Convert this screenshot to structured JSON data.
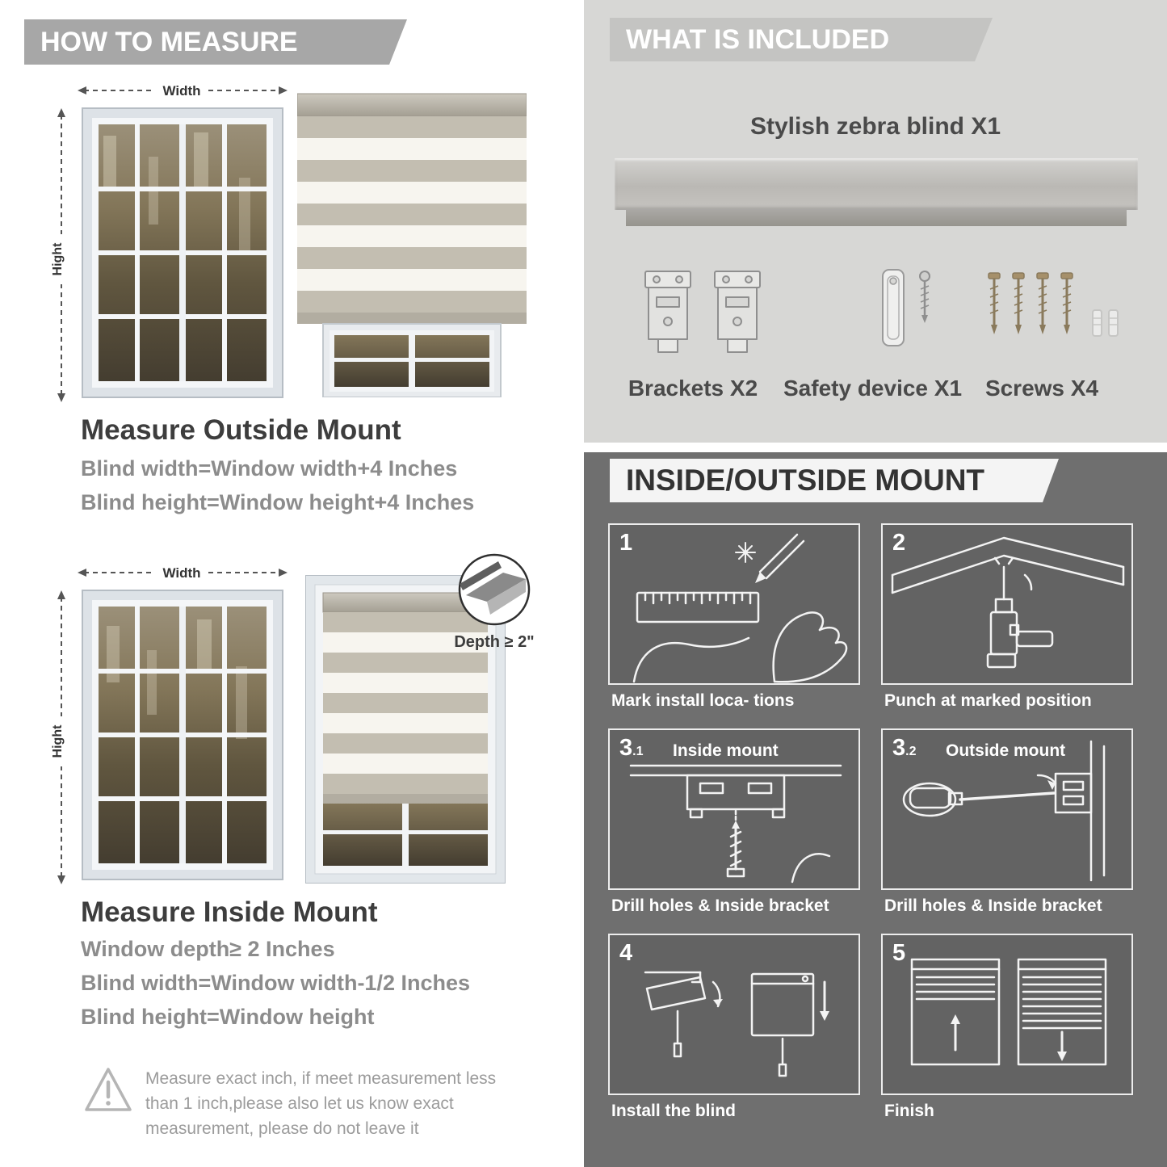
{
  "left": {
    "header": "HOW TO MEASURE",
    "outside": {
      "width_label": "Width",
      "height_label": "Hight",
      "title": "Measure Outside Mount",
      "line1": "Blind width=Window width+4 Inches",
      "line2": "Blind height=Window height+4 Inches"
    },
    "inside": {
      "width_label": "Width",
      "height_label": "Hight",
      "depth_label": "Depth ≥ 2\"",
      "title": "Measure Inside Mount",
      "line1": "Window depth≥ 2 Inches",
      "line2": "Blind width=Window width-1/2 Inches",
      "line3": "Blind height=Window height"
    },
    "warning": {
      "line1": "Measure exact inch, if meet measurement less",
      "line2": "than 1 inch,please also let us know exact",
      "line3": "measurement, please do not leave it"
    }
  },
  "right": {
    "included": {
      "header": "WHAT IS INCLUDED",
      "blind_label": "Stylish zebra blind X1",
      "items": [
        {
          "label": "Brackets X2"
        },
        {
          "label": "Safety device X1"
        },
        {
          "label": "Screws X4"
        }
      ]
    },
    "mount": {
      "header": "INSIDE/OUTSIDE MOUNT",
      "steps": [
        {
          "num": "1",
          "caption": "Mark install loca- tions"
        },
        {
          "num": "2",
          "caption": "Punch at  marked position"
        },
        {
          "num": "3",
          "numsub": ".1",
          "sub": "Inside mount",
          "caption": "Drill holes &  Inside bracket"
        },
        {
          "num": "3",
          "numsub": ".2",
          "sub": "Outside mount",
          "caption": "Drill holes &  Inside bracket"
        },
        {
          "num": "4",
          "caption": "Install the blind"
        },
        {
          "num": "5",
          "caption": "Finish"
        }
      ]
    }
  }
}
